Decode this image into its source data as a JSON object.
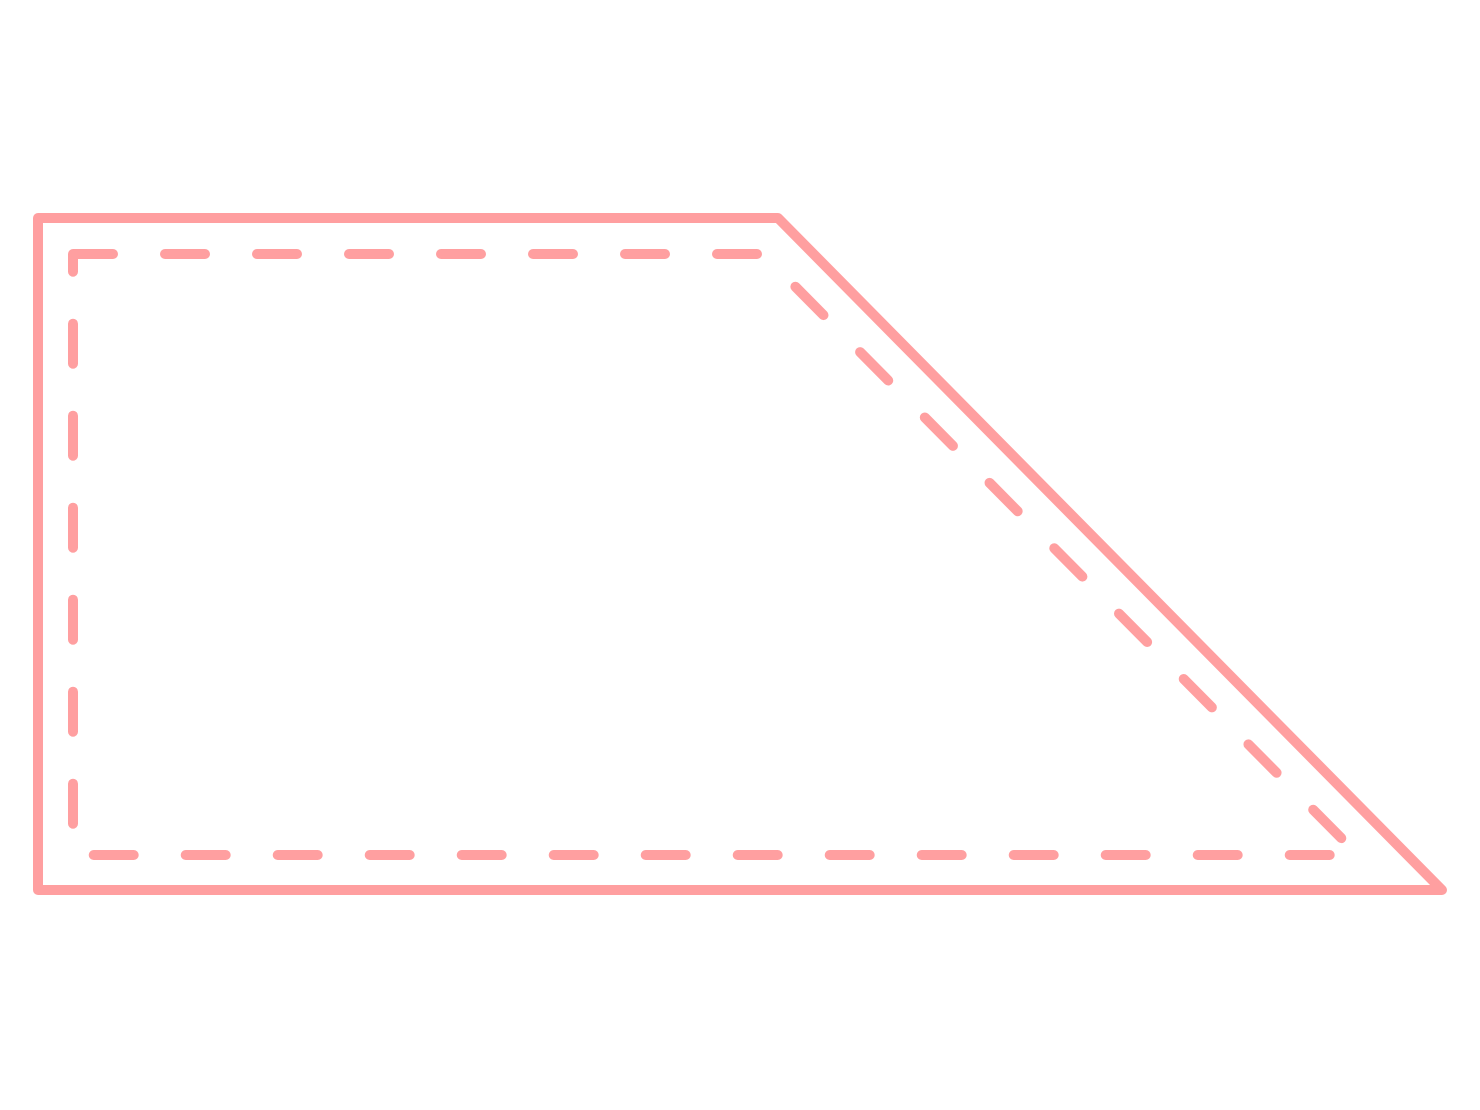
{
  "diagram": {
    "shape": "right-trapezoid",
    "stroke_color": "#ff9fa0",
    "background_color": "#ffffff",
    "outer_outline": {
      "style": "solid"
    },
    "inner_outline": {
      "style": "dashed"
    }
  }
}
